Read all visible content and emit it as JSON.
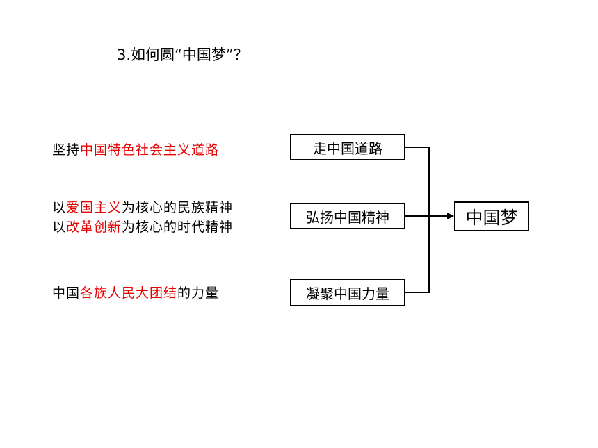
{
  "title": "3.如何圆“中国梦”？",
  "descriptions": [
    {
      "pre": "坚持",
      "highlight": "中国特色社会主义道路",
      "post": ""
    },
    {
      "pre": "以",
      "highlight": "爱国主义",
      "post": "为核心的民族精神"
    },
    {
      "pre": "以",
      "highlight": "改革创新",
      "post": "为核心的时代精神"
    },
    {
      "pre": "中国",
      "highlight": "各族人民大团结",
      "post": "的力量"
    }
  ],
  "boxes": {
    "road": "走中国道路",
    "spirit": "弘扬中国精神",
    "strength": "凝聚中国力量",
    "dream": "中国梦"
  },
  "colors": {
    "highlight": "#e60000",
    "text": "#000000"
  }
}
